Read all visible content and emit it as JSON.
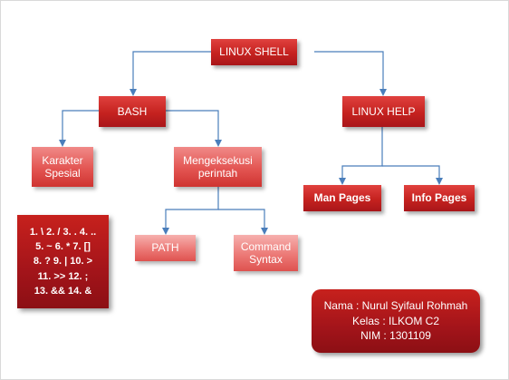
{
  "nodes": {
    "linux_shell": "LINUX SHELL",
    "bash": "BASH",
    "linux_help": "LINUX HELP",
    "karakter_line1": "Karakter",
    "karakter_line2": "Spesial",
    "mengeksekusi_line1": "Mengeksekusi",
    "mengeksekusi_line2": "perintah",
    "man_pages": "Man Pages",
    "info_pages": "Info Pages",
    "path": "PATH",
    "command_line1": "Command",
    "command_line2": "Syntax",
    "spesial_list": "1. \\ 2. / 3. . 4. ..\n5. ~ 6. * 7. []\n8. ? 9. | 10. >\n11. >> 12. ;\n13. && 14. &"
  },
  "author": {
    "nama": "Nama : Nurul Syifaul Rohmah",
    "kelas": "Kelas : ILKOM C2",
    "nim": "NIM : 1301109"
  },
  "colors": {
    "connector": "#4a7ebb",
    "red": "#c5221f",
    "light_red": "#e35552",
    "pale_red": "#ec7976",
    "pink": "#f6bdbb"
  }
}
